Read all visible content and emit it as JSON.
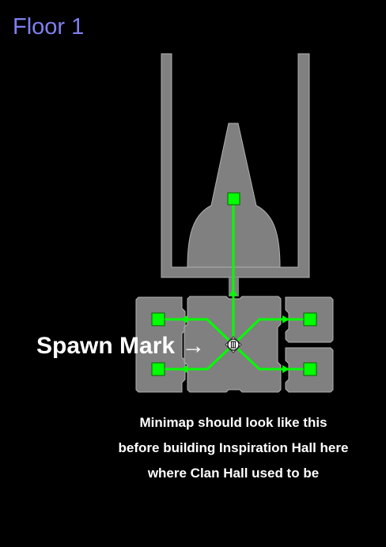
{
  "floor": {
    "title": "Floor 1"
  },
  "minimap": {
    "room_color": "#808080",
    "room_border_color": "#b0b0b0",
    "path_color": "#00ff00",
    "node_color": "#00ff00",
    "spawn_mark_icon": "roman-numeral-three-shield-icon",
    "spawn_label": "Spawn Mark",
    "spawn_arrow": "→"
  },
  "caption": {
    "lines": [
      "Minimap should look like this",
      "before building Inspiration Hall here",
      "where Clan Hall used to be"
    ]
  }
}
